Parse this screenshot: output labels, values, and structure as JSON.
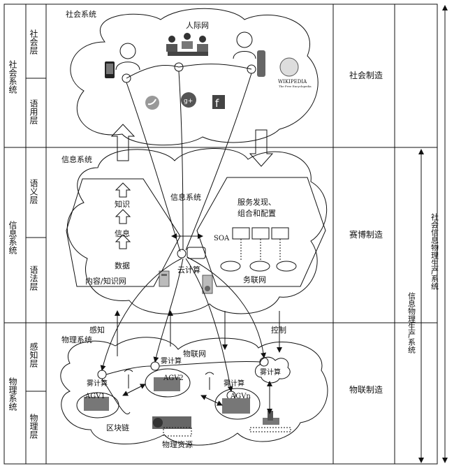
{
  "table": {
    "layers": [
      {
        "system": "社会系统",
        "sub": [
          "社会层",
          "语用层"
        ],
        "mfg": "社会制造"
      },
      {
        "system": "信息系统",
        "sub": [
          "语义层",
          "语法层"
        ],
        "mfg": "赛博制造"
      },
      {
        "system": "物理系统",
        "sub": [
          "感知层",
          "物理层"
        ],
        "mfg": "物联制造"
      }
    ],
    "right_outer": "社会信息物理生产系统",
    "right_inner": "信息物理生产系统"
  },
  "social": {
    "title": "社会系统",
    "network": "人际网",
    "wiki_title": "WIKIPEDIA",
    "wiki_sub": "The Free Encyclopedia"
  },
  "info": {
    "title": "信息系统",
    "center": "信息系统",
    "hierarchy": [
      "知识",
      "信息",
      "数据"
    ],
    "content_net": "内容/知识网",
    "service": [
      "服务发现、",
      "组合和配置"
    ],
    "soa": "SOA",
    "service_net": "务联网",
    "cloud": "云计算"
  },
  "physical": {
    "title": "物理系统",
    "sense": "感知",
    "control": "控制",
    "iot": "物联网",
    "fog": [
      "雾计算",
      "雾计算",
      "雾计算",
      "雾计算"
    ],
    "agv": [
      "AGV1",
      "AGV2",
      "AGVn"
    ],
    "blockchain": "区块链",
    "resources": "物理资源"
  }
}
